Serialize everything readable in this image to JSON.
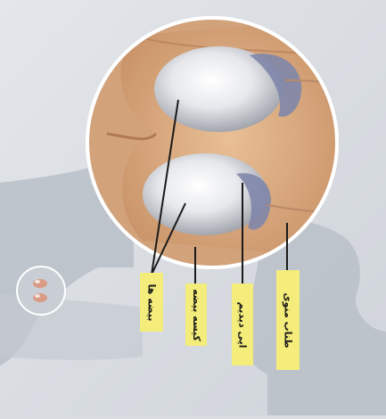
{
  "labels": {
    "testes": "بيضه ها",
    "tunica_albuginea": "کیسه بیضه",
    "epididymis": "اپی دیدیم",
    "spermatic_cord": "طناب منوی"
  },
  "colors": {
    "background": "#d9dde2",
    "body_silhouette": "#b9c0c8",
    "scrotum_skin": "#d8a47a",
    "testis": "#dfe1e6",
    "epididymis": "#7f86aa",
    "label_fill": "#f4ec7b",
    "leader_line": "#1a1a1a"
  }
}
